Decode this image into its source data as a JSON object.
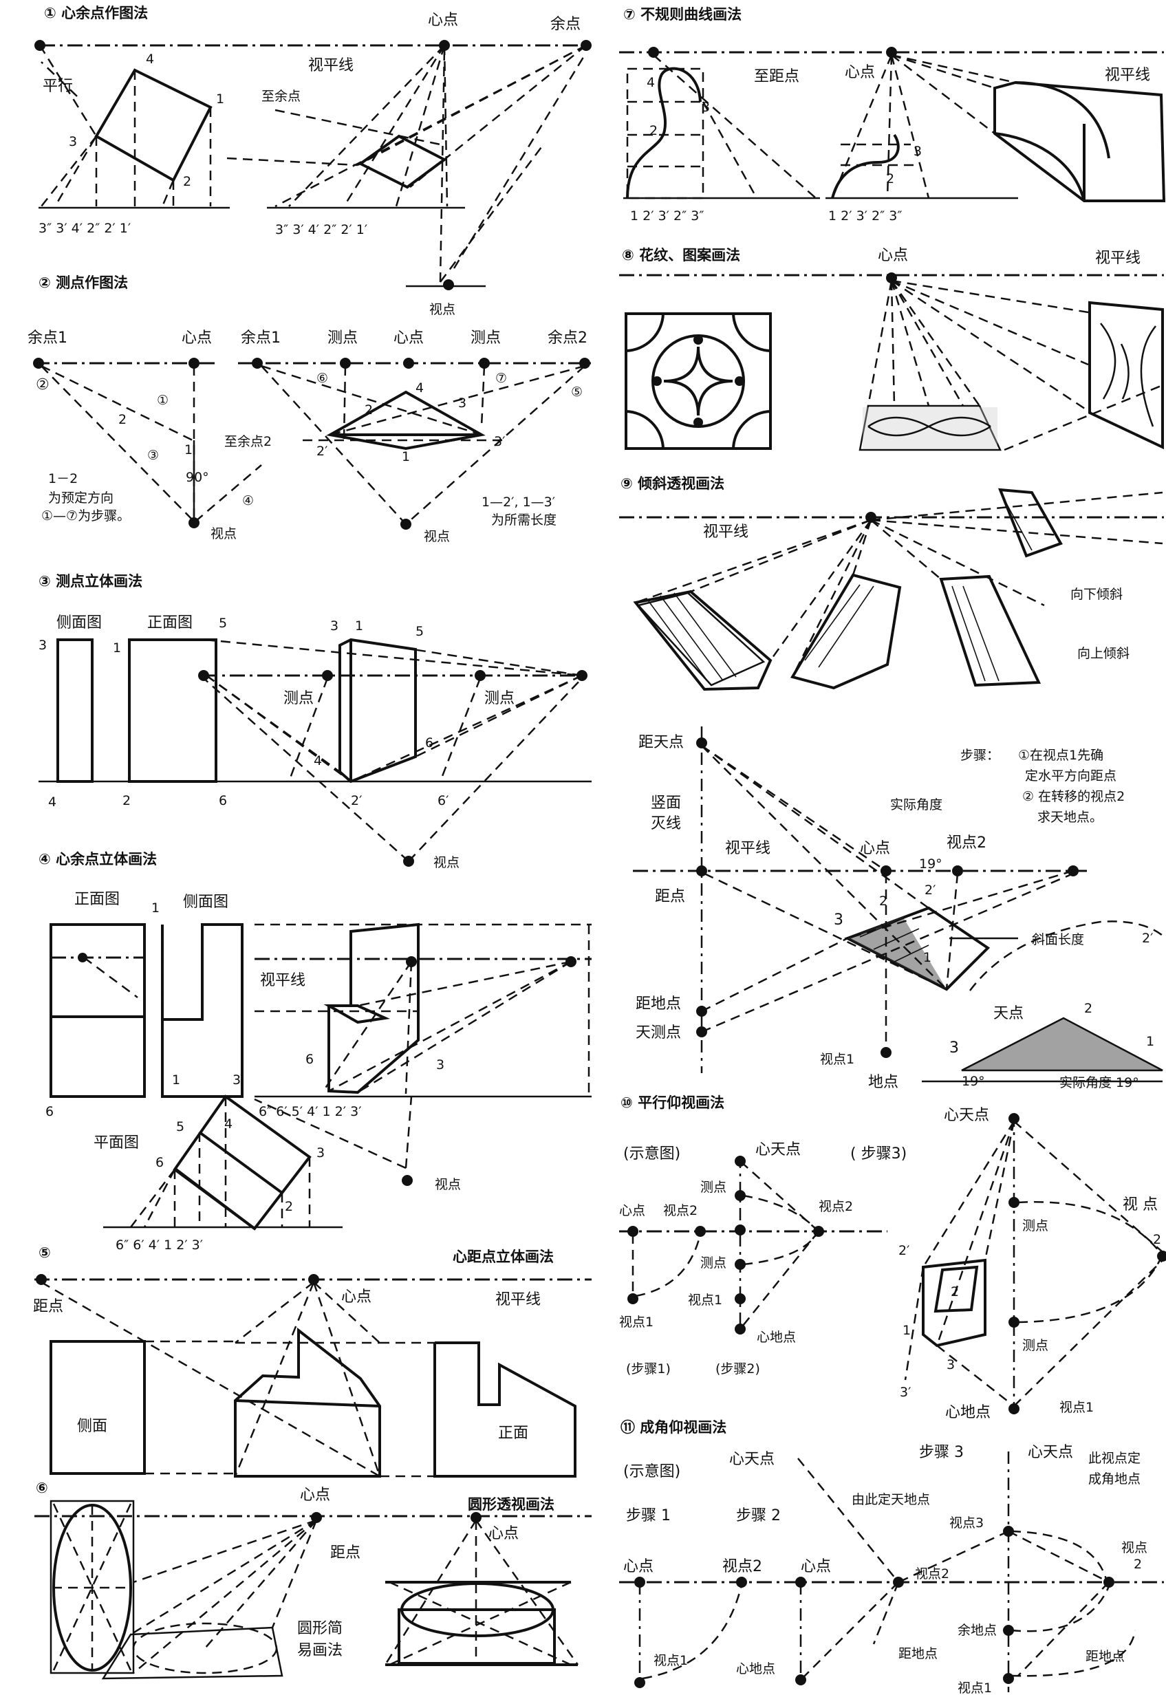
{
  "sections": {
    "s1": {
      "title": "①  心余点作图法",
      "labels": {
        "parallel": "平行",
        "horizon": "视平线",
        "center": "心点",
        "rest": "余点",
        "to_rest": "至余点",
        "eye": "视点",
        "n1": "1",
        "n2": "2",
        "n3": "3",
        "n4": "4",
        "base_left": "3″  3′ 4′ 2″ 2′  1′",
        "base_right": "3″   3′ 4′ 2″ 2′ 1′"
      }
    },
    "s2": {
      "title": "②   测点作图法",
      "labels": {
        "rest1a": "余点1",
        "center_a": "心点",
        "rest1b": "余点1",
        "measure_a": "测点",
        "center_b": "心点",
        "measure_b": "测点",
        "rest2": "余点2",
        "to_rest2": "至余点2",
        "deg": "90°",
        "note1": "1－2",
        "note2": "为预定方向",
        "note3": "①—⑦为步骤。",
        "note4": "1—2′, 1—3′",
        "note5": "为所需长度",
        "eye_a": "视点",
        "eye_b": "视点",
        "c1": "①",
        "c2": "②",
        "c3": "③",
        "c4": "④",
        "c5": "⑤",
        "c6": "⑥",
        "c7": "⑦",
        "n1": "1",
        "n2": "2",
        "n2p": "2′",
        "n3": "3",
        "n3p": "3′",
        "n4": "4"
      }
    },
    "s3": {
      "title": "③   测点立体画法",
      "labels": {
        "side": "侧面图",
        "front": "正面图",
        "measure_a": "测点",
        "measure_b": "测点",
        "eye": "视点",
        "n1": "1",
        "n2": "2",
        "n3": "3",
        "n4": "4",
        "n5": "5",
        "n6": "6",
        "n6p": "6′",
        "n2p": "2′",
        "n5b": "5",
        "n3b": "3",
        "n1b": "1",
        "n4b": "4",
        "n6b": "6"
      }
    },
    "s4": {
      "title": "④    心余点立体画法",
      "labels": {
        "front": "正面图",
        "side": "侧面图",
        "horizon": "视平线",
        "plan": "平面图",
        "eye": "视点",
        "base": "6″  6′ 5′ 4′ 1  2′  3′",
        "plan_base": "6″   6′    4′ 1  2′  3′",
        "n1": "1",
        "n2": "2",
        "n3": "3",
        "n4": "4",
        "n5": "5",
        "n6": "6",
        "n3b": "3",
        "n6b": "6"
      }
    },
    "s5": {
      "title": "⑤",
      "subtitle": "心距点立体画法",
      "labels": {
        "distance": "距点",
        "center": "心点",
        "horizon": "视平线",
        "side": "侧面",
        "front": "正面"
      }
    },
    "s6": {
      "title": "⑥",
      "labels": {
        "center": "心点",
        "circle_title": "圆形透视画法",
        "center_b": "心点",
        "distance": "距点",
        "simple1": "圆形简",
        "simple2": "易画法"
      }
    },
    "s7": {
      "title": "⑦   不规则曲线画法",
      "labels": {
        "to_distance": "至距点",
        "center": "心点",
        "horizon": "视平线",
        "base_a": "1   2′ 3′ 2″   3″",
        "base_b": "1   2′  3′  2″    3″",
        "n1": "1",
        "n2": "2",
        "n3": "3",
        "n4": "4"
      }
    },
    "s8": {
      "title": "⑧  花纹、图案画法",
      "labels": {
        "center": "心点",
        "horizon": "视平线"
      }
    },
    "s9": {
      "title": "⑨    倾斜透视画法",
      "labels": {
        "horizon": "视平线",
        "down": "向下倾斜",
        "up": "向上倾斜"
      }
    },
    "s9b": {
      "labels": {
        "sky_distance": "距天点",
        "steps": "步骤：",
        "step1a": "①在视点1先确",
        "step1b": "定水平方向距点",
        "step2a": "② 在转移的视点2",
        "step2b": "求天地点。",
        "vertical1": "竖面",
        "vertical2": "灭线",
        "actual_angle": "实际角度",
        "horizon": "视平线",
        "center": "心点",
        "eye2": "视点2",
        "distance": "距点",
        "slope_length": "斜面长度",
        "ground_distance": "距地点",
        "sky_measure": "天测点",
        "sky": "天点",
        "eye1": "视点1",
        "ground": "地点",
        "angle_19a": "19°",
        "angle_19b": "实际角度 19°",
        "deg": "19°",
        "n1": "1",
        "n2": "2",
        "n2p": "2′",
        "n3": "3",
        "n3b": "3",
        "n2b": "2",
        "n1b": "1",
        "n2pb": "2′"
      }
    },
    "s10": {
      "title": "⑩    平行仰视画法",
      "labels": {
        "schematic": "(示意图)",
        "heaven": "心天点",
        "step3": "( 步骤3)",
        "measure1": "测点",
        "measure2": "测点",
        "center": "心点",
        "eye2a": "视点2",
        "eye2b": "视点2",
        "eye1a": "视点1",
        "eye1b": "视点1",
        "earth": "心地点",
        "step1": "(步骤1)",
        "step2": "(步骤2)",
        "r_heaven": "心天点",
        "r_eye": "视 点",
        "r_measure1": "测点",
        "r_measure2": "测点",
        "r_earth": "心地点",
        "r_eye1": "视点1",
        "n1": "1",
        "n2": "2",
        "n2p": "2′",
        "n3": "3",
        "n3p": "3′",
        "n2r": "2"
      }
    },
    "s11": {
      "title": "⑪    成角仰视画法",
      "labels": {
        "schematic": "(示意图)",
        "heaven": "心天点",
        "step1": "步骤  1",
        "step2": "步骤 2",
        "step3": "步骤 3",
        "heaven_b": "心天点",
        "det1": "由此定天地点",
        "define1": "此视点定",
        "define2": "成角地点",
        "eye3": "视点3",
        "center_a": "心点",
        "eye2a": "视点2",
        "center_b": "心点",
        "eye2b": "视点2",
        "eye_r": "视点",
        "eye_r2": "2",
        "rest_ground": "余地点",
        "ground_dist_a": "距地点",
        "ground_dist_b": "距地点",
        "eye1a": "视点1",
        "earth": "心地点",
        "eye1b": "视点1"
      }
    }
  }
}
